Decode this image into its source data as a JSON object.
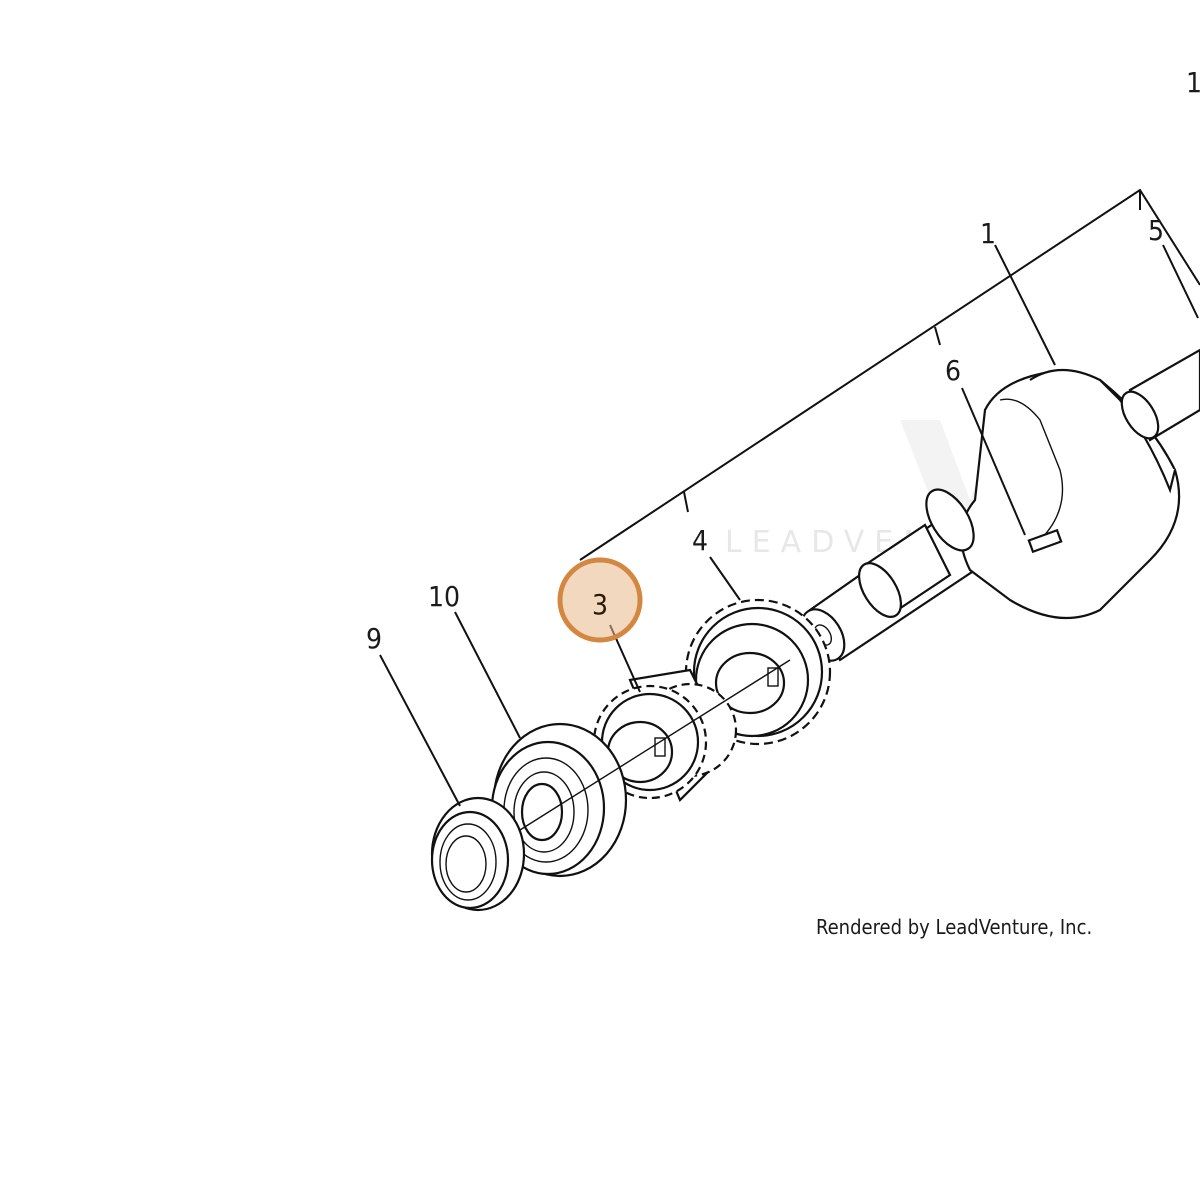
{
  "callouts": {
    "c1": "1",
    "c3": "3",
    "c4": "4",
    "c5": "5",
    "c6": "6",
    "c9": "9",
    "c10": "10",
    "edge": "1"
  },
  "highlight": {
    "label": "3",
    "color": "#d4883f",
    "fill": "#e8b888"
  },
  "watermark": "LEADVENTURE",
  "credit": "Rendered by LeadVenture, Inc."
}
